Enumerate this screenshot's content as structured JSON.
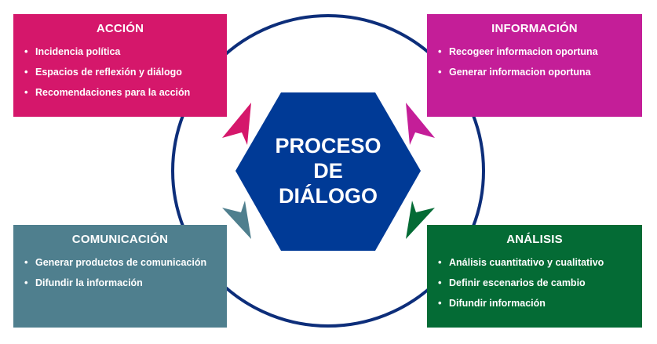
{
  "center": {
    "lines": [
      "PROCESO",
      "DE",
      "DIÁLOGO"
    ],
    "color": "#003a96"
  },
  "ring_color": "#0d2e7a",
  "boxes": {
    "accion": {
      "title": "ACCIÓN",
      "color": "#d5176b",
      "items": [
        "Incidencia política",
        "Espacios de reflexión y diálogo",
        "Recomendaciones para la acción"
      ]
    },
    "informacion": {
      "title": "INFORMACIÓN",
      "color": "#c41e98",
      "items": [
        "Recogeer informacion oportuna",
        "Generar informacion oportuna"
      ]
    },
    "comunicacion": {
      "title": "COMUNICACIÓN",
      "color": "#4f7f8e",
      "items": [
        "Generar productos de comunicación",
        "Difundir la información"
      ]
    },
    "analisis": {
      "title": "ANÁLISIS",
      "color": "#046b35",
      "items": [
        "Análisis cuantitativo y cualitativo",
        "Definir escenarios de cambio",
        "Difundir información"
      ]
    }
  }
}
